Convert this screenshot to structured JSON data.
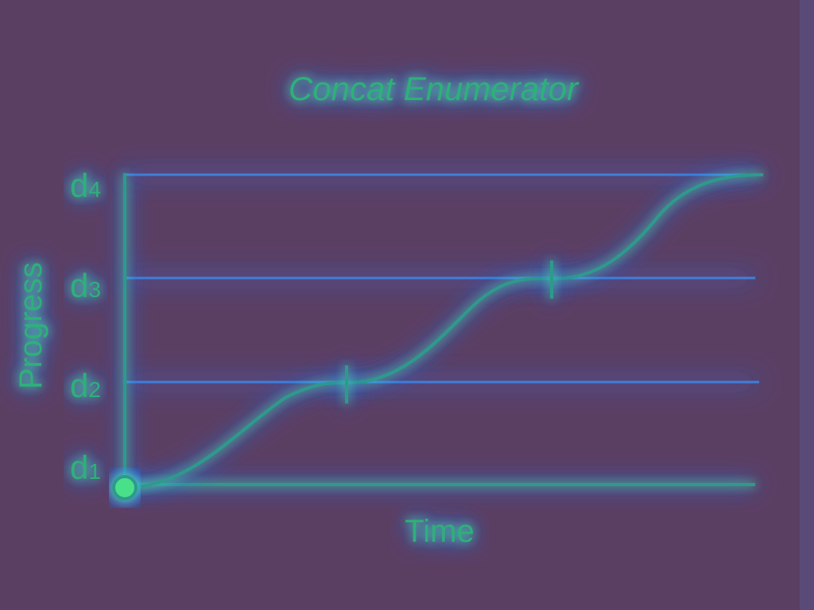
{
  "diagram": {
    "title": "Concat Enumerator",
    "x_axis_label": "Time",
    "y_axis_label": "Progress",
    "levels": [
      {
        "base": "d",
        "sub": "1"
      },
      {
        "base": "d",
        "sub": "2"
      },
      {
        "base": "d",
        "sub": "3"
      },
      {
        "base": "d",
        "sub": "4"
      }
    ],
    "curve_segments": 3,
    "colors": {
      "background": "#5b3f63",
      "glow_outer": "#3a7bff",
      "glow_inner": "#49e08a",
      "line": "#2e9a8c",
      "text": "#2fb07a"
    }
  }
}
